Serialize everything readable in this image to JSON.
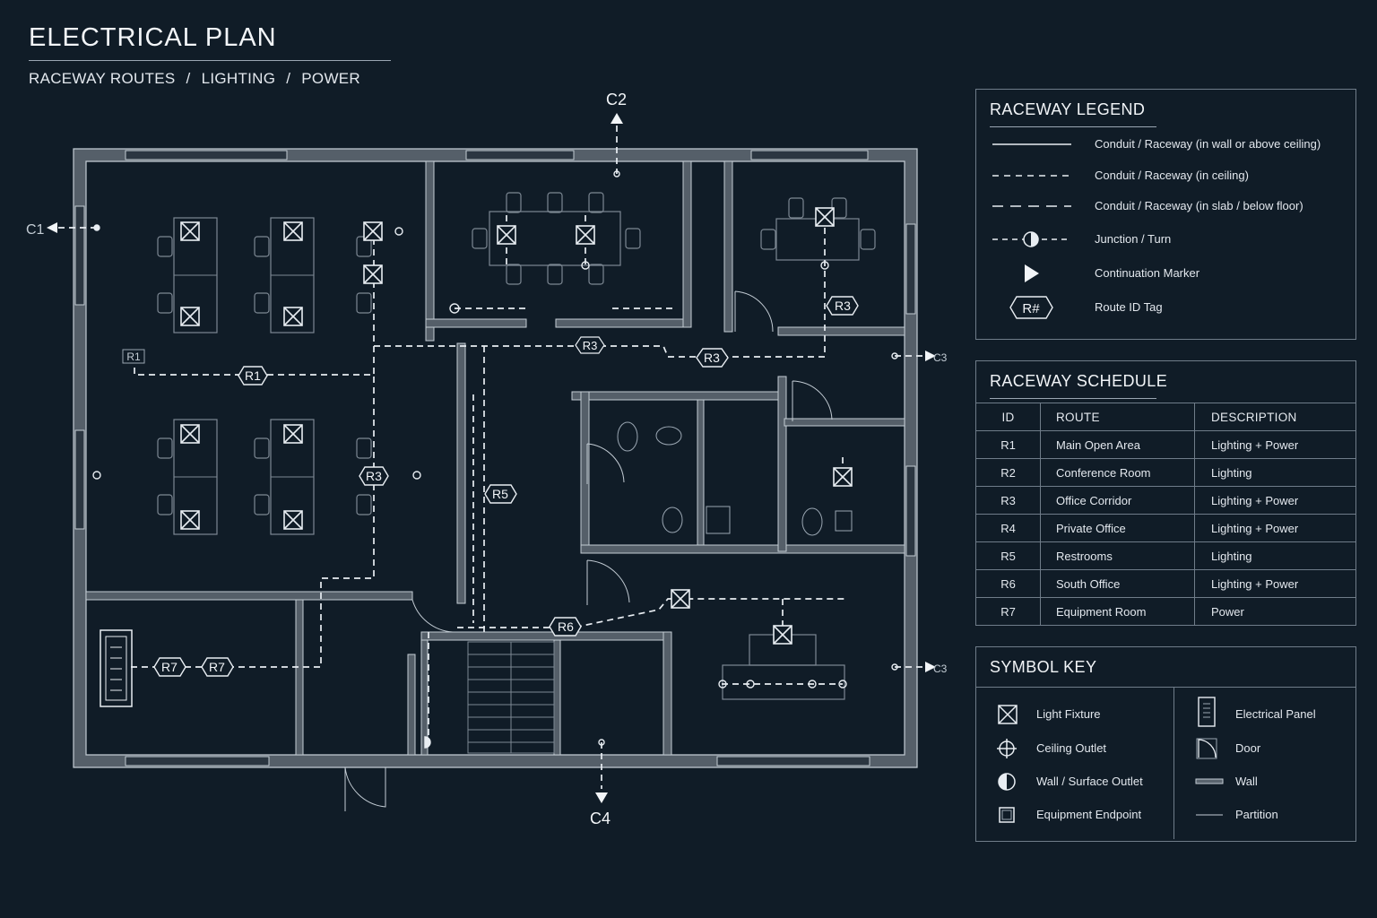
{
  "title": "ELECTRICAL PLAN",
  "subtitle": {
    "part1": "RACEWAY ROUTES",
    "separator": "/",
    "part2": "LIGHTING",
    "part3": "POWER"
  },
  "plan": {
    "continuation_labels": {
      "north": "C2",
      "south": "C4",
      "west": "C1",
      "east_upper": "C3",
      "east_lower": "C3"
    },
    "route_tags": {
      "r1_main": "R1",
      "r1_small": "R1",
      "r3_corner": "R3",
      "r3_corridor": "R3",
      "r3_west": "R3",
      "r3_office": "R3",
      "r5": "R5",
      "r6": "R6",
      "r7_a": "R7",
      "r7_b": "R7"
    }
  },
  "raceway_legend": {
    "title": "RACEWAY LEGEND",
    "items": [
      {
        "label": "Conduit / Raceway (in wall or above ceiling)"
      },
      {
        "label": "Conduit / Raceway (in ceiling)"
      },
      {
        "label": "Conduit / Raceway (in slab / below floor)"
      },
      {
        "label": "Junction / Turn"
      },
      {
        "label": "Continuation Marker"
      },
      {
        "label": "Route ID Tag",
        "tag_text": "R#"
      }
    ]
  },
  "raceway_schedule": {
    "title": "RACEWAY SCHEDULE",
    "headers": {
      "id": "ID",
      "route": "ROUTE",
      "description": "DESCRIPTION"
    },
    "rows": [
      {
        "id": "R1",
        "route": "Main Open Area",
        "description": "Lighting + Power"
      },
      {
        "id": "R2",
        "route": "Conference Room",
        "description": "Lighting"
      },
      {
        "id": "R3",
        "route": "Office Corridor",
        "description": "Lighting + Power"
      },
      {
        "id": "R4",
        "route": "Private Office",
        "description": "Lighting + Power"
      },
      {
        "id": "R5",
        "route": "Restrooms",
        "description": "Lighting"
      },
      {
        "id": "R6",
        "route": "South Office",
        "description": "Lighting + Power"
      },
      {
        "id": "R7",
        "route": "Equipment Room",
        "description": "Power"
      }
    ]
  },
  "symbol_key": {
    "title": "SYMBOL KEY",
    "left": [
      {
        "label": "Light Fixture",
        "icon": "light-fixture-icon"
      },
      {
        "label": "Ceiling Outlet",
        "icon": "ceiling-outlet-icon"
      },
      {
        "label": "Wall / Surface Outlet",
        "icon": "wall-outlet-icon"
      },
      {
        "label": "Equipment Endpoint",
        "icon": "equipment-endpoint-icon"
      }
    ],
    "right": [
      {
        "label": "Electrical Panel",
        "icon": "electrical-panel-icon"
      },
      {
        "label": "Door",
        "icon": "door-icon"
      },
      {
        "label": "Wall",
        "icon": "wall-icon"
      },
      {
        "label": "Partition",
        "icon": "partition-icon"
      }
    ]
  },
  "colors": {
    "background": "#101c27",
    "line": "#e8edf2",
    "wall_fill": "#5a646e",
    "panel_border": "#6f7c89"
  }
}
